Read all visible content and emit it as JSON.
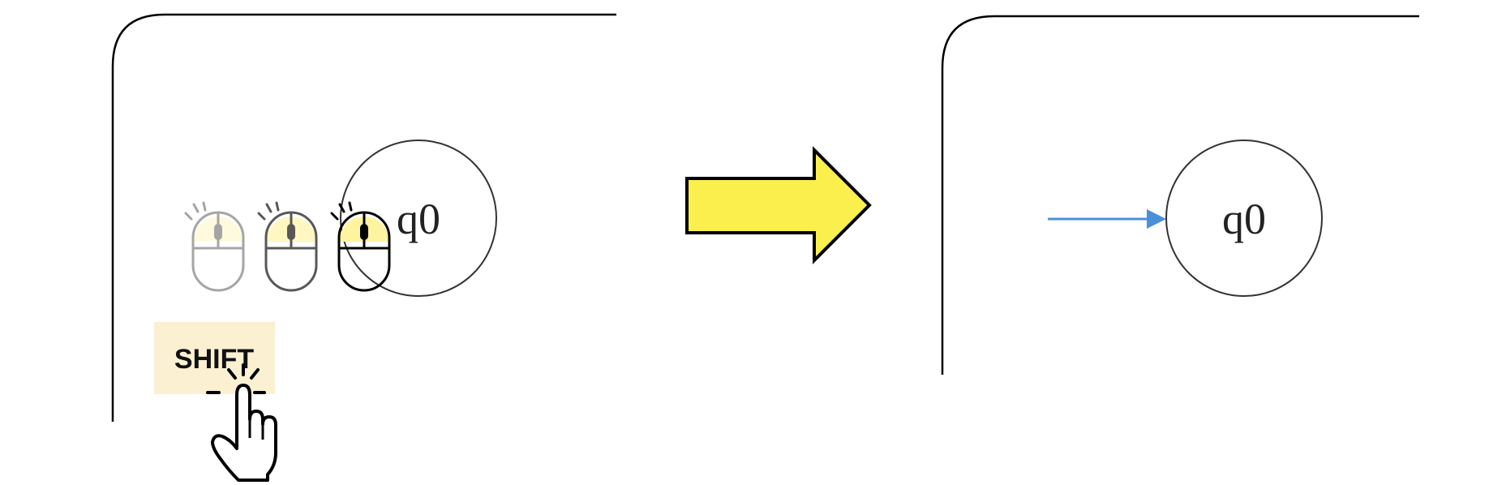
{
  "before_panel": {
    "state_label": "q0",
    "key_label": "SHIFT",
    "mouse_buttons": [
      "left-click",
      "left-click",
      "left-click"
    ],
    "highlight_color": "#fbeecb",
    "mouse_fill_color": "#fff3a0"
  },
  "after_panel": {
    "state_label": "q0",
    "initial_arrow_color": "#4a90d9"
  },
  "transition_arrow": {
    "fill_color": "#fbef4e",
    "icon": "right-arrow-icon"
  }
}
